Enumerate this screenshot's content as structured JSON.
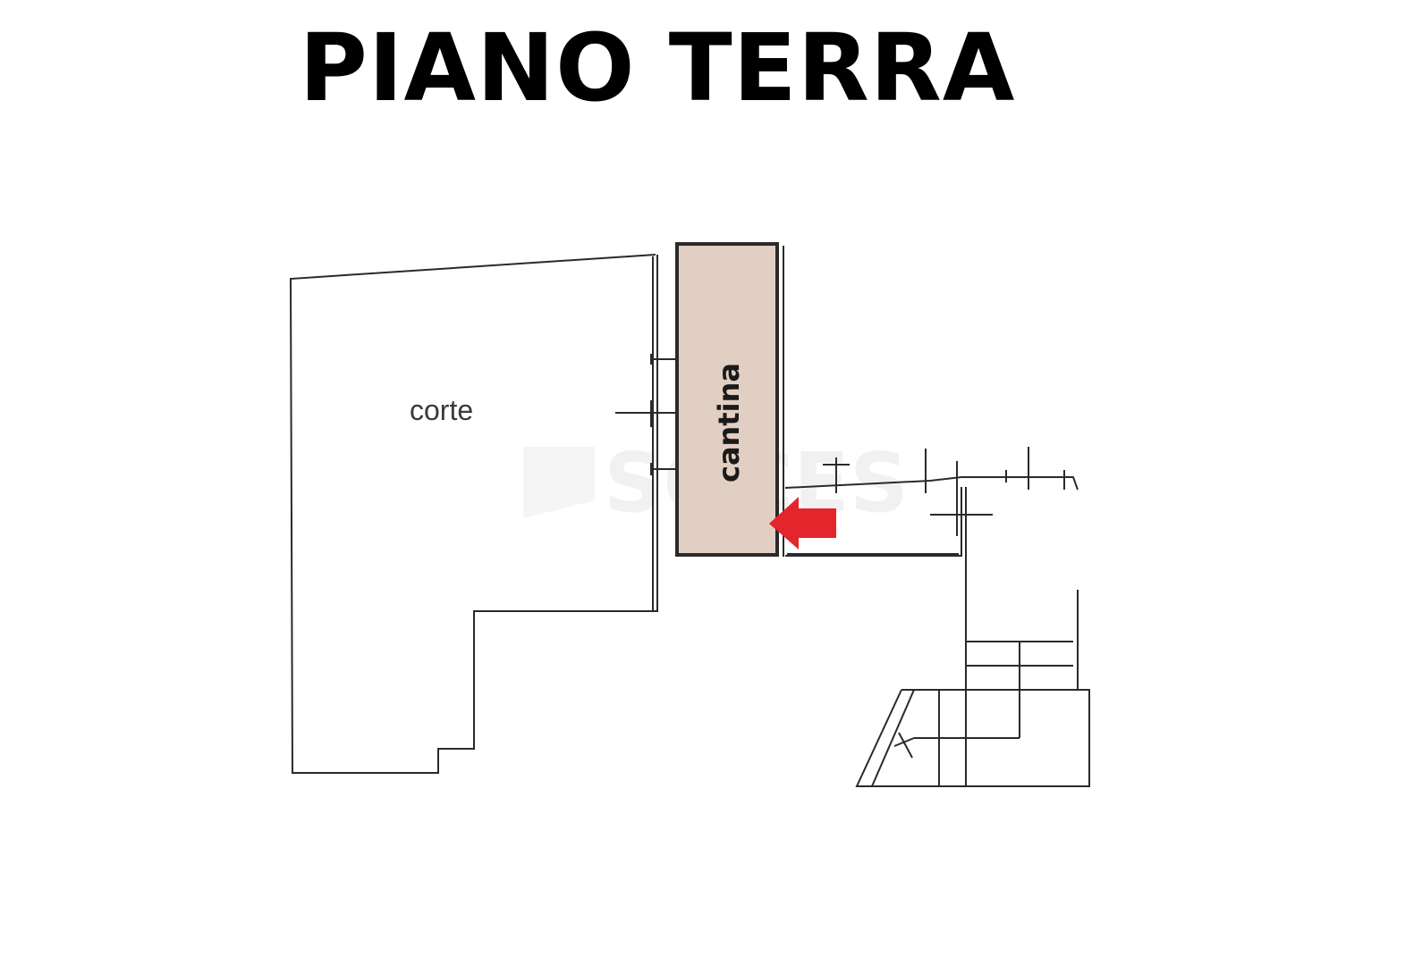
{
  "title": "PIANO TERRA",
  "rooms": {
    "court_label": "corte",
    "cellar_label": "cantina"
  },
  "watermark": {
    "text": "SOCES"
  },
  "colors": {
    "cellar_fill": "#e2cfc3",
    "arrow": "#e3262b",
    "wall": "#2a2a2a"
  }
}
